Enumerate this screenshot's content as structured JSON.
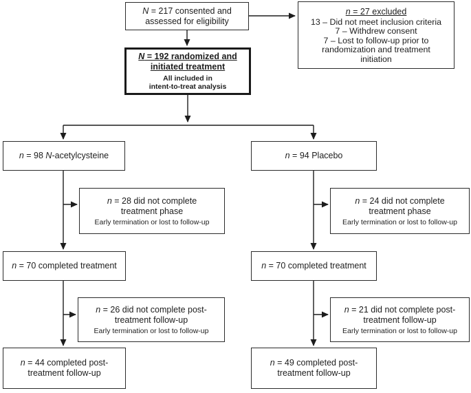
{
  "colors": {
    "background": "#ffffff",
    "box_border": "#2a2a2a",
    "line": "#1d1d1d",
    "text": "#1d1d1d"
  },
  "boxes": {
    "eligibility": {
      "segments": [
        {
          "t": "N",
          "i": true
        },
        {
          "t": " = 217 consented and assessed for eligibility"
        }
      ]
    },
    "excluded": {
      "heading": [
        {
          "t": "n",
          "i": true
        },
        {
          "t": " = 27 excluded"
        }
      ],
      "reasons": [
        "13 – Did not meet inclusion criteria",
        "7 – Withdrew consent",
        "7 – Lost to follow-up prior to randomization and treatment initiation"
      ]
    },
    "randomized": {
      "heading": [
        {
          "t": "N",
          "i": true
        },
        {
          "t": " = 192 randomized and initiated treatment"
        }
      ],
      "note_line1": "All included in",
      "note_line2": "intent-to-treat analysis"
    },
    "nac_arm": {
      "segments": [
        {
          "t": "n",
          "i": true
        },
        {
          "t": " = 98 "
        },
        {
          "t": "N",
          "i": true
        },
        {
          "t": "-acetylcysteine"
        }
      ]
    },
    "placebo_arm": {
      "segments": [
        {
          "t": "n",
          "i": true
        },
        {
          "t": " = 94 Placebo"
        }
      ]
    },
    "nac_dropout_treatment": {
      "segments": [
        {
          "t": "n",
          "i": true
        },
        {
          "t": " = 28 did not complete treatment phase"
        }
      ],
      "note": "Early termination or lost to follow-up"
    },
    "placebo_dropout_treatment": {
      "segments": [
        {
          "t": "n",
          "i": true
        },
        {
          "t": " = 24 did not complete treatment phase"
        }
      ],
      "note": "Early termination or lost to follow-up"
    },
    "nac_completed_treatment": {
      "segments": [
        {
          "t": "n",
          "i": true
        },
        {
          "t": " = 70 completed treatment"
        }
      ]
    },
    "placebo_completed_treatment": {
      "segments": [
        {
          "t": "n",
          "i": true
        },
        {
          "t": " = 70 completed treatment"
        }
      ]
    },
    "nac_dropout_followup": {
      "segments": [
        {
          "t": "n",
          "i": true
        },
        {
          "t": " = 26 did not complete post-treatment follow-up"
        }
      ],
      "note": "Early termination or lost to follow-up"
    },
    "placebo_dropout_followup": {
      "segments": [
        {
          "t": "n",
          "i": true
        },
        {
          "t": " = 21 did not complete post-treatment follow-up"
        }
      ],
      "note": "Early termination or lost to follow-up"
    },
    "nac_completed_followup": {
      "segments": [
        {
          "t": "n",
          "i": true
        },
        {
          "t": " = 44 completed post-treatment follow-up"
        }
      ]
    },
    "placebo_completed_followup": {
      "segments": [
        {
          "t": "n",
          "i": true
        },
        {
          "t": " = 49 completed post-treatment follow-up"
        }
      ]
    }
  }
}
